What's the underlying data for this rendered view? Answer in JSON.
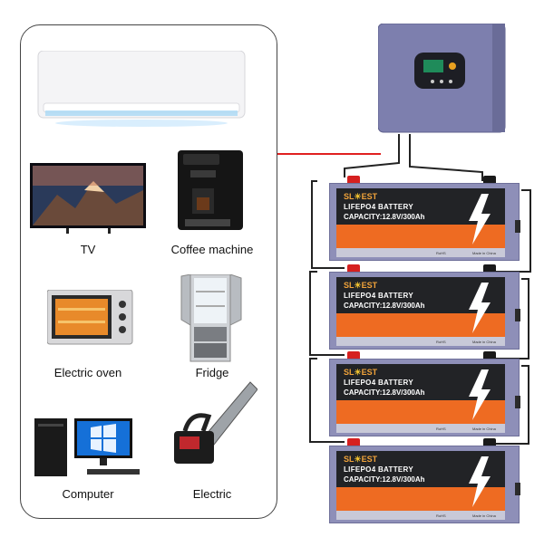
{
  "appliances": [
    {
      "id": "ac",
      "label": ""
    },
    {
      "id": "tv",
      "label": "TV"
    },
    {
      "id": "coffee",
      "label": "Coffee machine"
    },
    {
      "id": "oven",
      "label": "Electric oven"
    },
    {
      "id": "fridge",
      "label": "Fridge"
    },
    {
      "id": "computer",
      "label": "Computer"
    },
    {
      "id": "chainsaw",
      "label": "Electric"
    }
  ],
  "battery": {
    "brand_left": "SL",
    "brand_right": "EST",
    "title": "LIFEPO4 BATTERY",
    "capacity": "CAPACITY:12.8V/300Ah",
    "made_in": "Made in China",
    "cert": "RoHS"
  },
  "colors": {
    "battery_case": "#8e8fb8",
    "battery_face": "#222326",
    "battery_stripe": "#ee6b22",
    "inverter": "#7d7fae",
    "power_line": "#e02020",
    "terminal_pos": "#d62020",
    "terminal_neg": "#1a1a1a"
  }
}
